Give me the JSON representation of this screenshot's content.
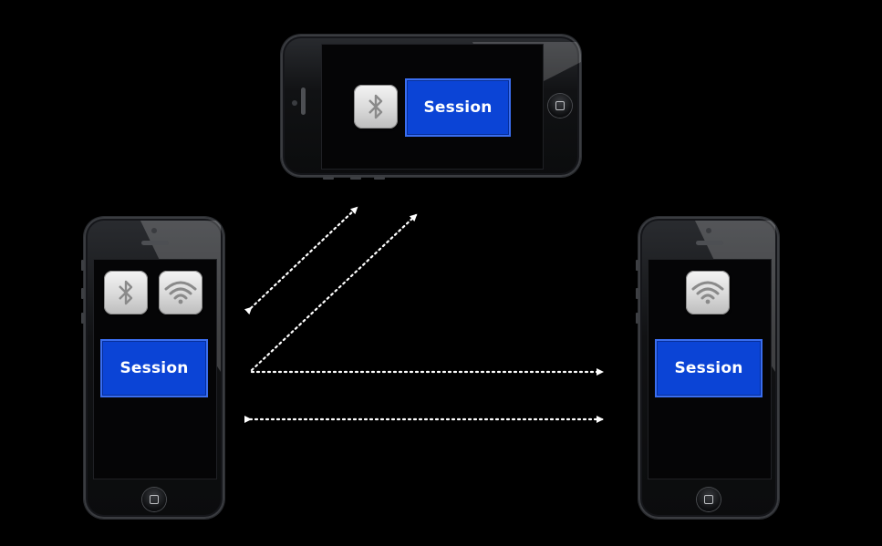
{
  "devices": {
    "left": {
      "session_label": "Session",
      "icons": [
        "bluetooth-icon",
        "wifi-icon"
      ]
    },
    "top": {
      "session_label": "Session",
      "icons": [
        "bluetooth-icon"
      ]
    },
    "right": {
      "session_label": "Session",
      "icons": [
        "wifi-icon"
      ]
    }
  },
  "connections": [
    {
      "from": "left",
      "to": "top",
      "style": "dotted",
      "direction": "bidirectional"
    },
    {
      "from": "left",
      "to": "top",
      "style": "dotted",
      "direction": "one-way"
    },
    {
      "from": "left",
      "to": "right",
      "style": "dotted",
      "direction": "one-way"
    },
    {
      "from": "left",
      "to": "right",
      "style": "dotted",
      "direction": "bidirectional"
    }
  ],
  "colors": {
    "background": "#000000",
    "session_blue": "#0b44d6",
    "arrow": "#ffffff"
  }
}
